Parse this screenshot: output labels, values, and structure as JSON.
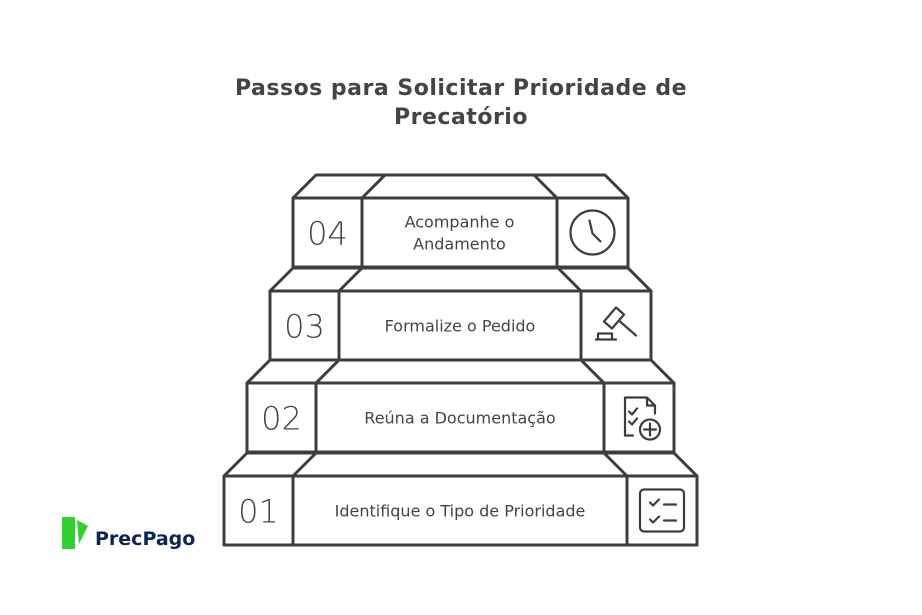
{
  "title": "Passos para Solicitar Prioridade de Precatório",
  "title_lines": [
    "Passos para Solicitar Prioridade de",
    "Precatório"
  ],
  "steps": [
    {
      "number": "04",
      "label_lines": [
        "Acompanhe o",
        "Andamento"
      ],
      "icon": "clock-icon"
    },
    {
      "number": "03",
      "label_lines": [
        "Formalize o Pedido"
      ],
      "icon": "gavel-icon"
    },
    {
      "number": "02",
      "label_lines": [
        "Reúna a Documentação"
      ],
      "icon": "document-add-icon"
    },
    {
      "number": "01",
      "label_lines": [
        "Identifique o Tipo de Prioridade"
      ],
      "icon": "checklist-icon"
    }
  ],
  "logo": {
    "text": "PrecPago",
    "color": "#2ed12e",
    "text_color": "#0d2456"
  },
  "colors": {
    "stroke": "#3d3d3d",
    "text": "#444444"
  }
}
